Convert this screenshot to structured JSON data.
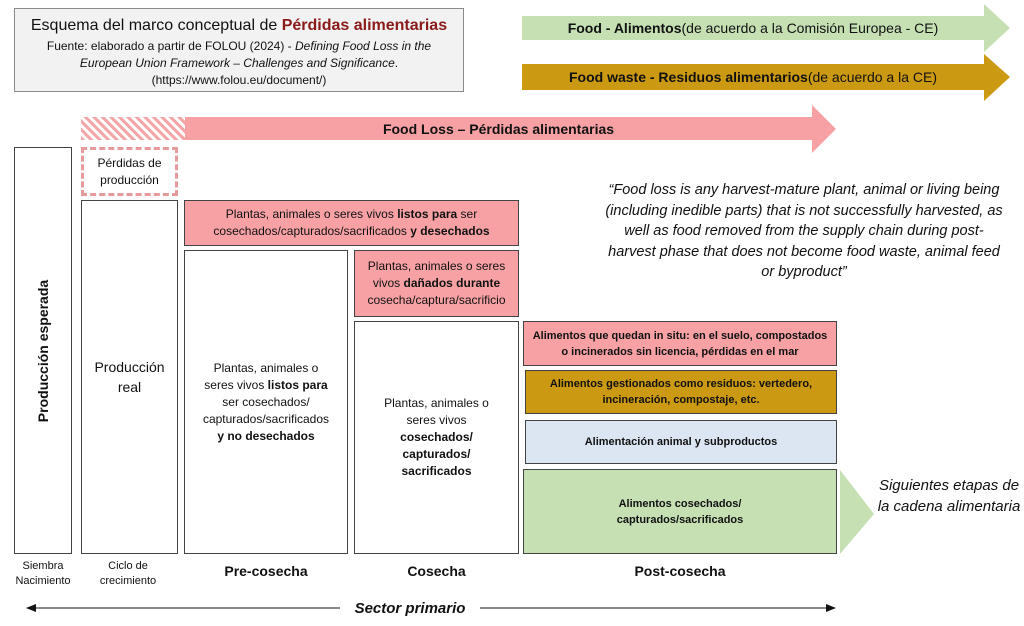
{
  "header": {
    "title_prefix": "Esquema del marco conceptual de ",
    "title_emph": "Pérdidas alimentarias",
    "source_prefix": "Fuente: elaborado a partir de FOLOU (2024) - ",
    "source_italic": "Defining Food Loss in the European Union Framework – Challenges and Significance",
    "source_suffix": ".",
    "source_url": "(https://www.folou.eu/document/)"
  },
  "arrows": {
    "food_bold": "Food - Alimentos",
    "food_rest": " (de acuerdo a la Comisión Europea - CE)",
    "waste_bold": "Food waste - Residuos alimentarios",
    "waste_rest": " (de acuerdo a la CE)",
    "loss_bold": "Food Loss – Pérdidas alimentarias"
  },
  "quote": "“Food loss is any harvest-mature plant, animal or living being (including inedible parts) that is not successfully harvested, as well as food removed from the supply chain during post-harvest phase that does not become food waste, animal feed or byproduct”",
  "boxes": {
    "expected": "Producción esperada",
    "production_losses": "Pérdidas de producción",
    "real": "Producción real",
    "pre_disc_a": "Plantas, animales o seres vivos ",
    "pre_disc_b": "listos para",
    "pre_disc_c": " ser cosechados/capturados/sacrificados ",
    "pre_disc_d": "y desechados",
    "pre_kept_a": "Plantas, animales o seres vivos ",
    "pre_kept_b": "listos para",
    "pre_kept_c": " ser cosechados/ capturados/sacrificados ",
    "pre_kept_d": "y no desechados",
    "harv_dmg_a": "Plantas, animales o seres vivos ",
    "harv_dmg_b": "dañados durante",
    "harv_dmg_c": " cosecha/captura/sacrificio",
    "harv_ok_a": "Plantas, animales o seres vivos ",
    "harv_ok_b": "cosechados/ capturados/ sacrificados",
    "post_insitu": "Alimentos que quedan in situ: en el suelo, compostados o incinerados sin licencia, pérdidas en el mar",
    "post_waste": "Alimentos gestionados como residuos: vertedero, incineración, compostaje, etc.",
    "post_feed": "Alimentación animal y subproductos",
    "post_food": "Alimentos cosechados/ capturados/sacrificados",
    "next_steps": "Siguientes etapas de la cadena alimentaria"
  },
  "stages": {
    "sowing": "Siembra Nacimiento",
    "growth": "Ciclo de crecimiento",
    "pre": "Pre-cosecha",
    "harvest": "Cosecha",
    "post": "Post-cosecha",
    "sector": "Sector primario"
  },
  "colors": {
    "green_arrow": "#c6e0b4",
    "gold_arrow": "#cc9a12",
    "pink_arrow": "#f7a1a4",
    "title_accent": "#8b1a1a"
  }
}
